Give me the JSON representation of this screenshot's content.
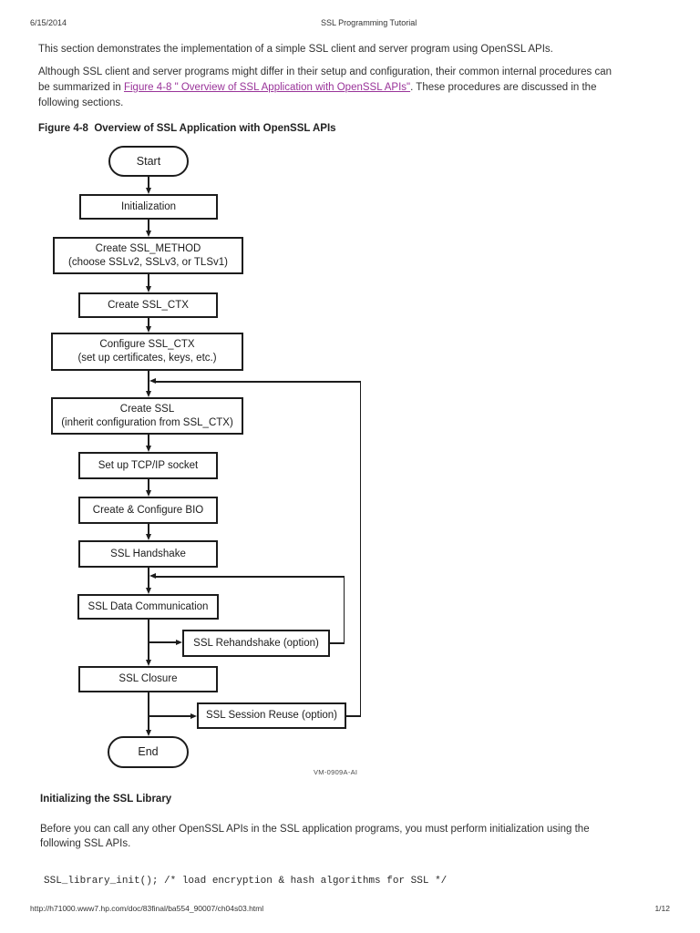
{
  "header": {
    "date": "6/15/2014",
    "title": "SSL Programming Tutorial"
  },
  "intro": {
    "para1": "This section demonstrates the implementation of a simple SSL client and server program using OpenSSL APIs.",
    "para2_line1": "Although SSL client and server programs might differ in their setup and configuration, their common internal procedures can",
    "para2_line2_prefix": "be summarized in ",
    "para2_link": "Figure 4-8 \" Overview of SSL Application with OpenSSL APIs\"",
    "para2_line2_suffix": ". These procedures are discussed in the",
    "para2_line3": "following sections."
  },
  "figure": {
    "caption": "Figure 4-8  Overview of SSL Application with OpenSSL APIs",
    "artwork_id": "VM-0909A-AI",
    "nodes": {
      "start": "Start",
      "initialization": "Initialization",
      "create_method_l1": "Create SSL_METHOD",
      "create_method_l2": "(choose SSLv2, SSLv3, or TLSv1)",
      "create_ctx": "Create SSL_CTX",
      "configure_ctx_l1": "Configure SSL_CTX",
      "configure_ctx_l2": "(set up certificates, keys, etc.)",
      "create_ssl_l1": "Create SSL",
      "create_ssl_l2": "(inherit configuration from SSL_CTX)",
      "tcp_socket": "Set up TCP/IP socket",
      "bio": "Create & Configure BIO",
      "handshake": "SSL Handshake",
      "data_comm": "SSL Data Communication",
      "rehandshake": "SSL Rehandshake (option)",
      "closure": "SSL Closure",
      "session_reuse": "SSL Session Reuse (option)",
      "end": "End"
    }
  },
  "section": {
    "heading": "Initializing the SSL Library",
    "para_line1": "Before you can call any other OpenSSL APIs in the SSL application programs, you must perform initialization using the",
    "para_line2": "following SSL APIs.",
    "code": "SSL_library_init(); /* load encryption & hash algorithms for SSL */"
  },
  "footer": {
    "url": "http://h71000.www7.hp.com/doc/83final/ba554_90007/ch04s03.html",
    "page_number": "1/12"
  },
  "colors": {
    "link": "#993399",
    "body_text": "#313131",
    "diagram_line": "#1c1c1c"
  }
}
